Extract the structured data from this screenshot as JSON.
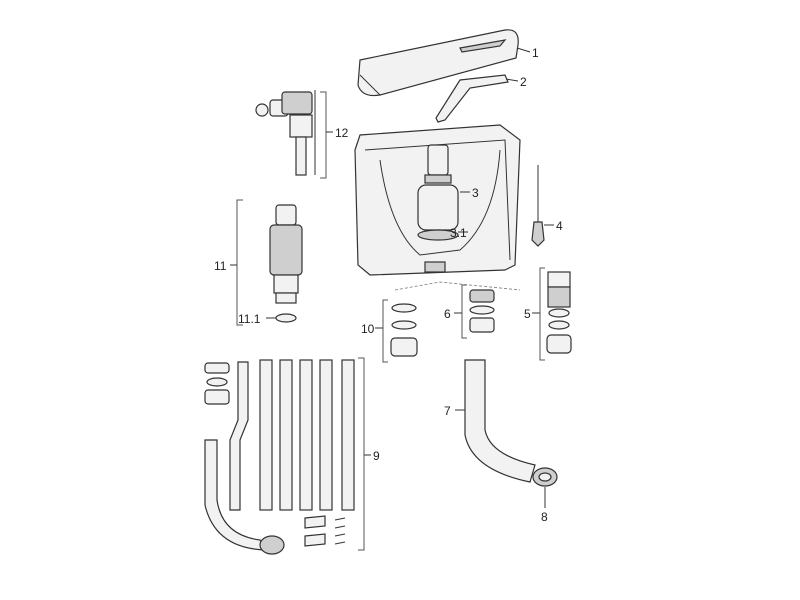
{
  "labels": {
    "p1": "1",
    "p2": "2",
    "p3": "3",
    "p3_1": "3.1",
    "p4": "4",
    "p5": "5",
    "p6": "6",
    "p7": "7",
    "p8": "8",
    "p9": "9",
    "p10": "10",
    "p11": "11",
    "p11_1": "11.1",
    "p12": "12"
  },
  "colors": {
    "line": "#333333",
    "fill": "#f2f2f2",
    "shade": "#cfcfcf"
  }
}
